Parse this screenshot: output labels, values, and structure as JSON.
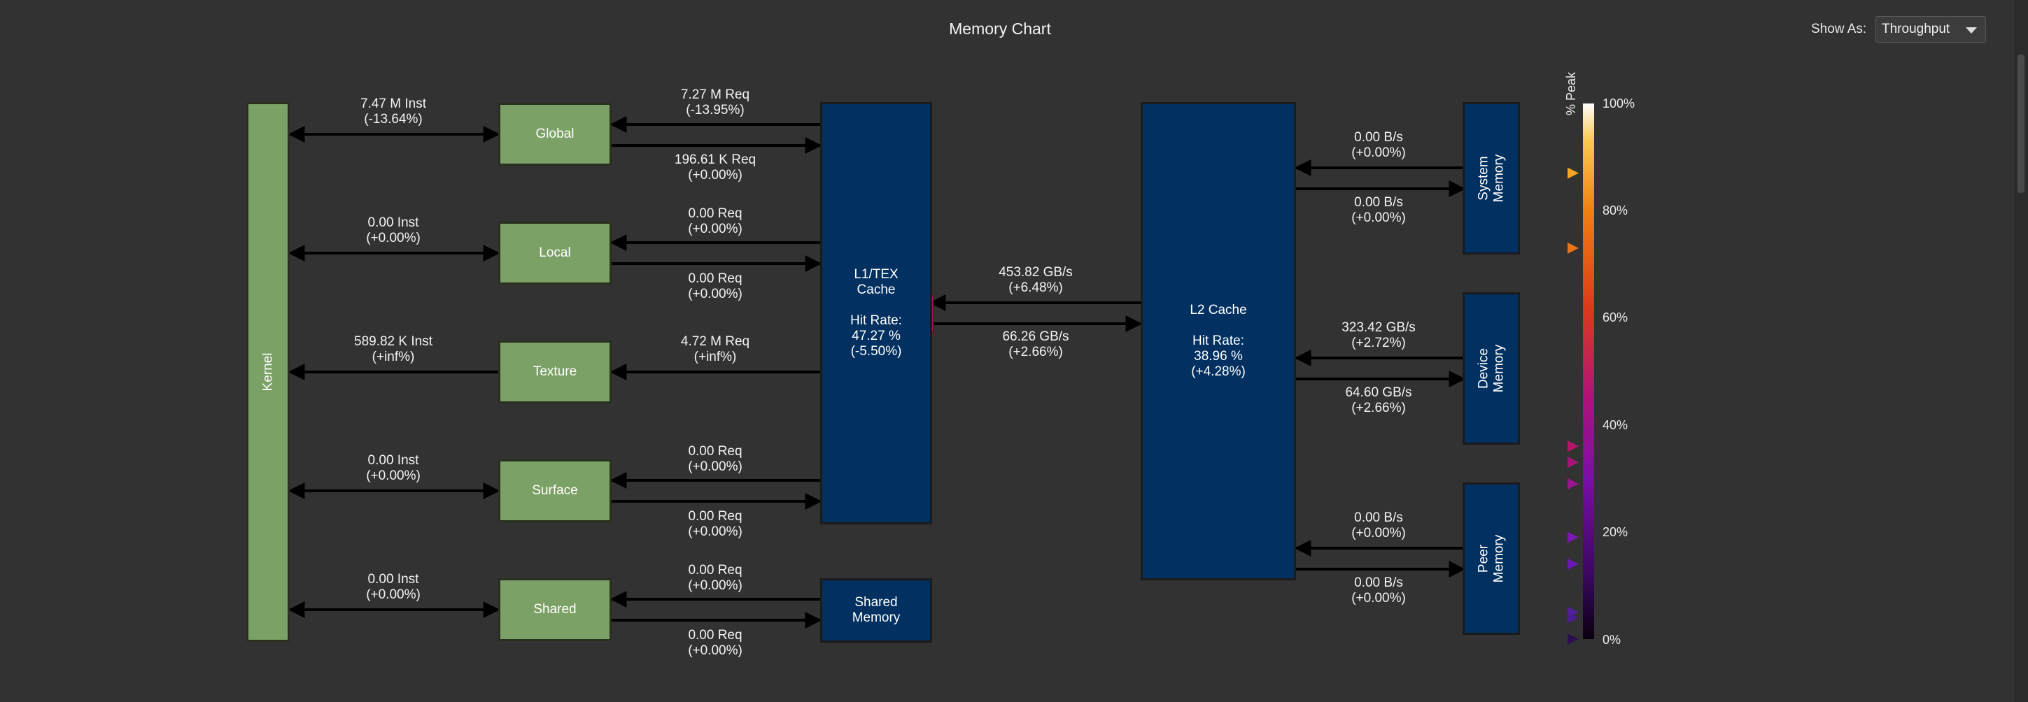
{
  "header": {
    "title": "Memory Chart",
    "show_as_label": "Show As:",
    "show_as_value": "Throughput"
  },
  "units": {
    "kernel": "Kernel",
    "global": "Global",
    "local": "Local",
    "texture": "Texture",
    "surface": "Surface",
    "shared": "Shared",
    "l1_line1": "L1/TEX",
    "l1_line2": "Cache",
    "l1_hit_label": "Hit Rate:",
    "l1_hit_value": "47.27 %",
    "l1_hit_delta": "(-5.50%)",
    "shared_mem_line1": "Shared",
    "shared_mem_line2": "Memory",
    "l2_title": "L2 Cache",
    "l2_hit_label": "Hit Rate:",
    "l2_hit_value": "38.96 %",
    "l2_hit_delta": "(+4.28%)",
    "system_mem_line1": "System",
    "system_mem_line2": "Memory",
    "device_mem_line1": "Device",
    "device_mem_line2": "Memory",
    "peer_mem_line1": "Peer",
    "peer_mem_line2": "Memory"
  },
  "links": {
    "kernel_global": [
      "7.47 M Inst",
      "(-13.64%)"
    ],
    "kernel_local": [
      "0.00 Inst",
      "(+0.00%)"
    ],
    "kernel_texture": [
      "589.82 K Inst",
      "(+inf%)"
    ],
    "kernel_surface": [
      "0.00 Inst",
      "(+0.00%)"
    ],
    "kernel_shared": [
      "0.00 Inst",
      "(+0.00%)"
    ],
    "global_l1_top": [
      "7.27 M Req",
      "(-13.95%)"
    ],
    "global_l1_bottom": [
      "196.61 K Req",
      "(+0.00%)"
    ],
    "local_l1_top": [
      "0.00 Req",
      "(+0.00%)"
    ],
    "local_l1_bottom": [
      "0.00 Req",
      "(+0.00%)"
    ],
    "texture_l1": [
      "4.72 M Req",
      "(+inf%)"
    ],
    "surface_l1_top": [
      "0.00 Req",
      "(+0.00%)"
    ],
    "surface_l1_bottom": [
      "0.00 Req",
      "(+0.00%)"
    ],
    "shared_sm_top": [
      "0.00 Req",
      "(+0.00%)"
    ],
    "shared_sm_bottom": [
      "0.00 Req",
      "(+0.00%)"
    ],
    "l1_l2_top": [
      "453.82 GB/s",
      "(+6.48%)"
    ],
    "l1_l2_bottom": [
      "66.26 GB/s",
      "(+2.66%)"
    ],
    "l2_system_top": [
      "0.00 B/s",
      "(+0.00%)"
    ],
    "l2_system_bottom": [
      "0.00 B/s",
      "(+0.00%)"
    ],
    "l2_device_top": [
      "323.42 GB/s",
      "(+2.72%)"
    ],
    "l2_device_bottom": [
      "64.60 GB/s",
      "(+2.66%)"
    ],
    "l2_peer_top": [
      "0.00 B/s",
      "(+0.00%)"
    ],
    "l2_peer_bottom": [
      "0.00 B/s",
      "(+0.00%)"
    ]
  },
  "legend": {
    "title": "% Peak",
    "ticks": [
      "100%",
      "80%",
      "60%",
      "40%",
      "20%",
      "0%"
    ],
    "markers": [
      {
        "percent": 87,
        "color": "#f5a623"
      },
      {
        "percent": 73,
        "color": "#e8741a"
      },
      {
        "percent": 36,
        "color": "#b8146a"
      },
      {
        "percent": 33,
        "color": "#a8157a"
      },
      {
        "percent": 29,
        "color": "#9a1690"
      },
      {
        "percent": 19,
        "color": "#7a18b0"
      },
      {
        "percent": 14,
        "color": "#6a18b4"
      },
      {
        "percent": 5,
        "color": "#52209c"
      },
      {
        "percent": 4,
        "color": "#4a1e90"
      },
      {
        "percent": 0,
        "color": "#2a1050"
      }
    ]
  },
  "colors": {
    "background": "#323232",
    "unit_green": "#7ca166",
    "unit_blue": "#023060",
    "l1_port": "#a8155f",
    "shared_port": "#3a1b5c",
    "device_port": "#f5a623"
  }
}
